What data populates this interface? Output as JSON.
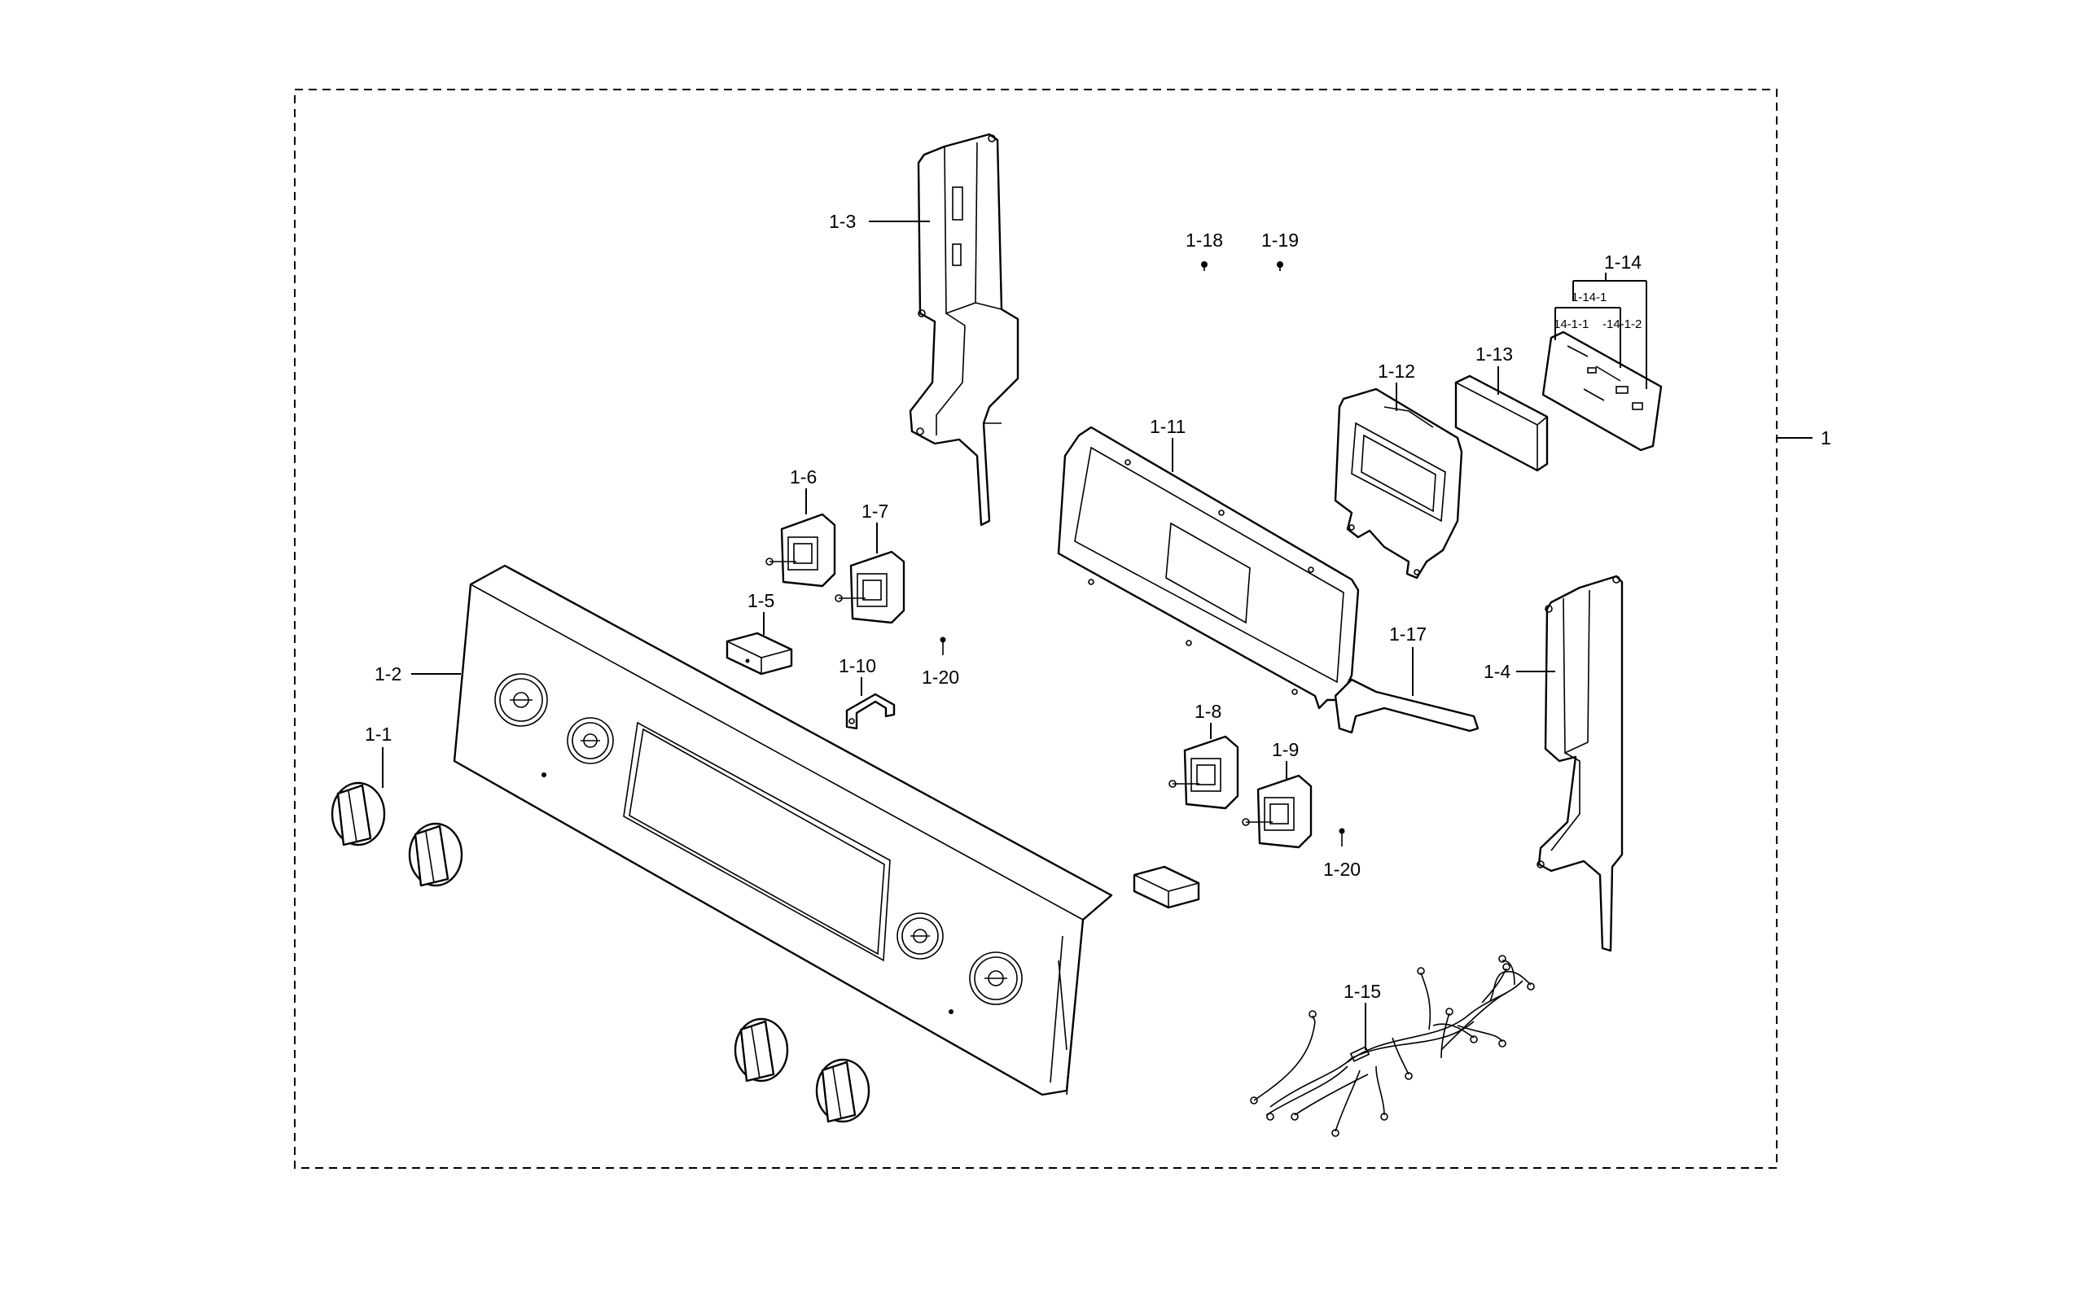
{
  "diagram": {
    "labels": {
      "assembly": "1",
      "p1_1": "1-1",
      "p1_2": "1-2",
      "p1_3": "1-3",
      "p1_4": "1-4",
      "p1_5": "1-5",
      "p1_6": "1-6",
      "p1_7": "1-7",
      "p1_8": "1-8",
      "p1_9": "1-9",
      "p1_10": "1-10",
      "p1_11": "1-11",
      "p1_12": "1-12",
      "p1_13": "1-13",
      "p1_14": "1-14",
      "p1_14_1": "1-14-1",
      "p1_14_1_1": "14-1-1",
      "p1_14_1_2": "-14-1-2",
      "p1_15": "1-15",
      "p1_17": "1-17",
      "p1_18": "1-18",
      "p1_19": "1-19",
      "p1_20a": "1-20",
      "p1_20b": "1-20"
    }
  }
}
